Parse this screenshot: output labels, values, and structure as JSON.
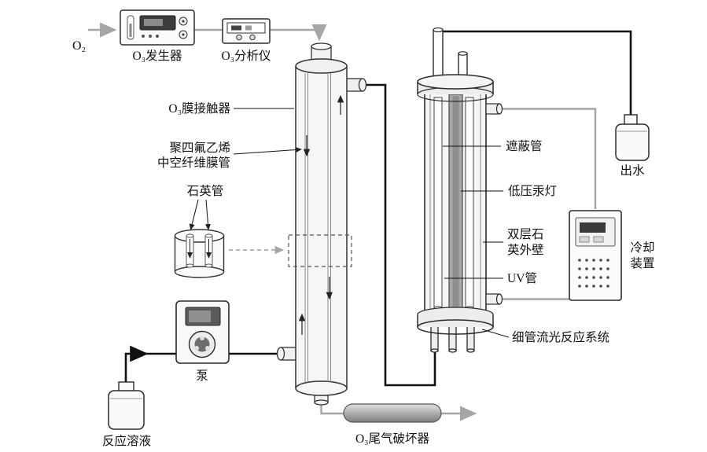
{
  "labels": {
    "o2": "O₂",
    "o3_generator": "O₃发生器",
    "o3_analyzer": "O₃分析仪",
    "o3_membrane_contactor": "O₃膜接触器",
    "ptfe_line1": "聚四氟乙烯",
    "ptfe_line2": "中空纤维膜管",
    "quartz_tube": "石英管",
    "pump": "泵",
    "reaction_solution": "反应溶液",
    "o3_offgas_destructor": "O₃尾气破坏器",
    "shield_tube": "遮蔽管",
    "low_pressure_hg_lamp": "低压汞灯",
    "double_quartz_wall_line1": "双层石",
    "double_quartz_wall_line2": "英外壁",
    "uv_tube": "UV管",
    "capillary_glow_reactor": "细管流光反应系统",
    "effluent": "出水",
    "cooling_line1": "冷却",
    "cooling_line2": "装置"
  },
  "colors": {
    "line_black": "#111111",
    "line_gray": "#a6a6a6",
    "device_stroke": "#2b2b2b",
    "vessel_fill": "#f6f6f6",
    "lamp_fill": "#a8a8a8",
    "destructor_fill": "#9a9a9a",
    "background": "#ffffff"
  }
}
